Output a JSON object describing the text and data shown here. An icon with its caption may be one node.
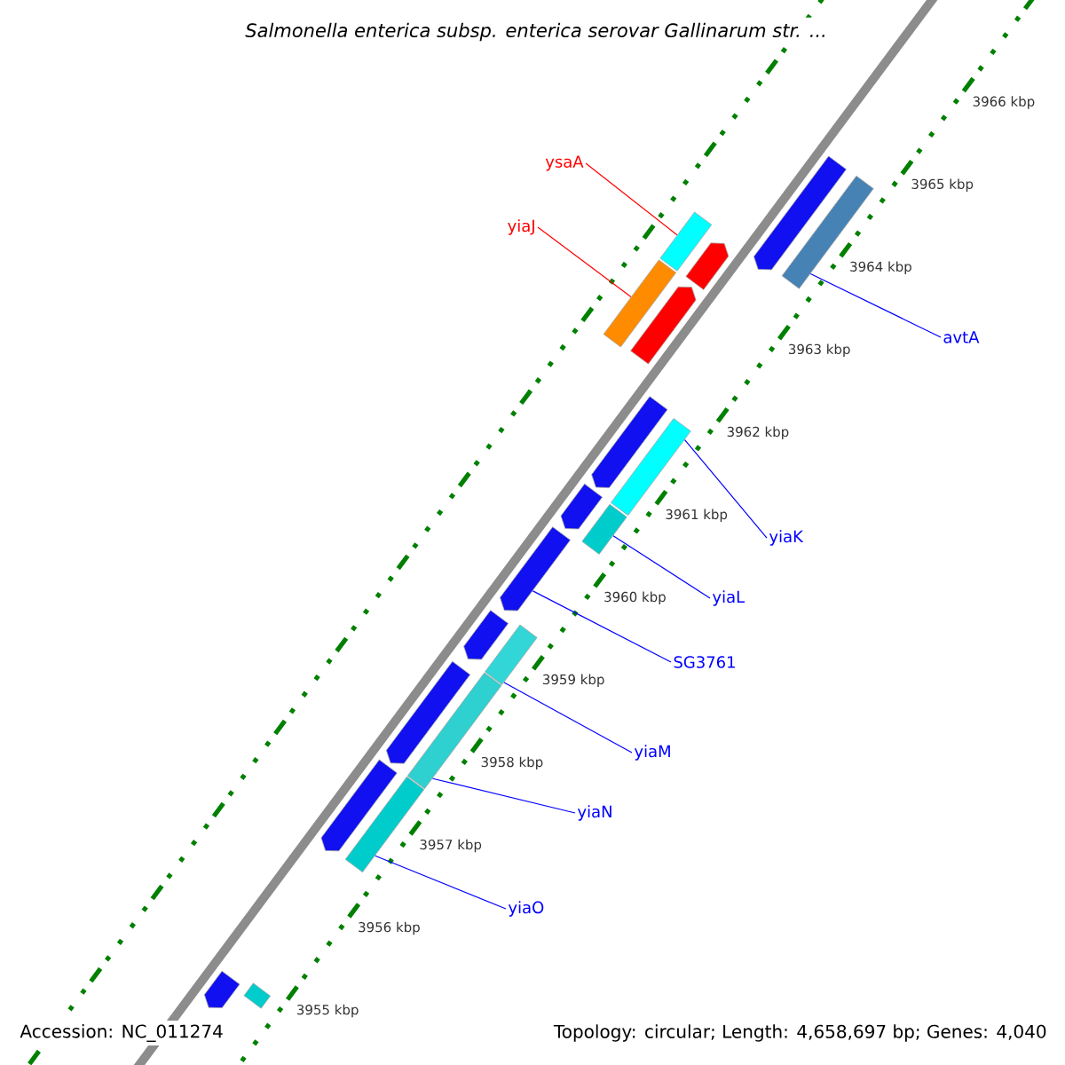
{
  "diagram": {
    "title": "Salmonella enterica subsp. enterica serovar Gallinarum str. ...",
    "nodes": [
      {
        "text": [
          "ysaA"
        ]
      },
      {
        "text": [
          "yiaJ"
        ]
      },
      {
        "text": [],
        "shape": "bar"
      },
      {
        "text": [],
        "shape": "arrow"
      },
      {
        "text": [],
        "shape": "bar"
      },
      {
        "text": [],
        "shape": "arrow"
      },
      {
        "text": [],
        "shape": "arrow"
      },
      {
        "text": [],
        "shape": "bar"
      },
      {
        "text": [
          "avtA"
        ]
      },
      {
        "text": [],
        "shape": "arrow"
      },
      {
        "text": [],
        "shape": "bar"
      },
      {
        "text": [
          "yiaK"
        ]
      },
      {
        "text": [],
        "shape": "arrow"
      },
      {
        "text": [],
        "shape": "bar"
      },
      {
        "text": [
          "yiaL"
        ]
      },
      {
        "text": [],
        "shape": "arrow"
      },
      {
        "text": [
          "SG3761"
        ]
      },
      {
        "text": [],
        "shape": "arrow"
      },
      {
        "text": [],
        "shape": "bar"
      },
      {
        "text": [
          "yiaM"
        ]
      },
      {
        "text": [],
        "shape": "arrow"
      },
      {
        "text": [],
        "shape": "bar"
      },
      {
        "text": [
          "yiaN"
        ]
      },
      {
        "text": [],
        "shape": "arrow"
      },
      {
        "text": [],
        "shape": "bar"
      },
      {
        "text": [
          "yiaO"
        ]
      },
      {
        "text": [],
        "shape": "arrow"
      },
      {
        "text": [],
        "shape": "bar"
      }
    ],
    "edges": [
      {
        "from": 0,
        "to": 2,
        "arrow": "none",
        "color": "#ff0000"
      },
      {
        "from": 1,
        "to": 4,
        "arrow": "none",
        "color": "#ff0000"
      },
      {
        "from": 8,
        "to": 7,
        "arrow": "none"
      },
      {
        "from": 11,
        "to": 10,
        "arrow": "none"
      },
      {
        "from": 14,
        "to": 13,
        "arrow": "none"
      },
      {
        "from": 16,
        "to": 15,
        "arrow": "none"
      },
      {
        "from": 19,
        "to": 18,
        "arrow": "none"
      },
      {
        "from": 22,
        "to": 21,
        "arrow": "none"
      },
      {
        "from": 25,
        "to": 24,
        "arrow": "none"
      }
    ],
    "labels": [
      "3966 kbp",
      "3965 kbp",
      "3964 kbp",
      "3963 kbp",
      "3962 kbp",
      "3961 kbp",
      "3960 kbp",
      "3959 kbp",
      "3958 kbp",
      "3957 kbp",
      "3956 kbp",
      "3955 kbp",
      "Accession: NC_011274",
      "Topology: circular; Length: 4,658,697 bp; Genes: 4,040"
    ]
  }
}
